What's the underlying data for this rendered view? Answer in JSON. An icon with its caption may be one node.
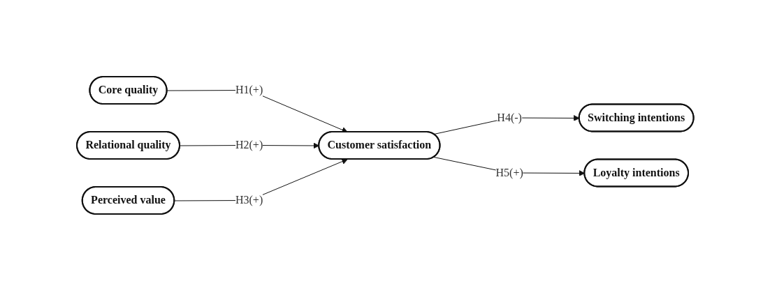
{
  "diagram": {
    "nodes": [
      {
        "text": [
          "Core quality"
        ]
      },
      {
        "text": [
          "Relational quality"
        ]
      },
      {
        "text": [
          "Perceived value"
        ]
      },
      {
        "text": [
          "Customer satisfaction"
        ]
      },
      {
        "text": [
          "Switching intentions"
        ]
      },
      {
        "text": [
          "Loyalty intentions"
        ]
      }
    ],
    "edges": [
      {
        "from": 0,
        "to": 3,
        "arrow": "to",
        "label": "H1(+)"
      },
      {
        "from": 1,
        "to": 3,
        "arrow": "to",
        "label": "H2(+)"
      },
      {
        "from": 2,
        "to": 3,
        "arrow": "to",
        "label": "H3(+)"
      },
      {
        "from": 3,
        "to": 4,
        "arrow": "to",
        "label": "H4(-)"
      },
      {
        "from": 3,
        "to": 5,
        "arrow": "to",
        "label": "H5(+)"
      }
    ]
  }
}
